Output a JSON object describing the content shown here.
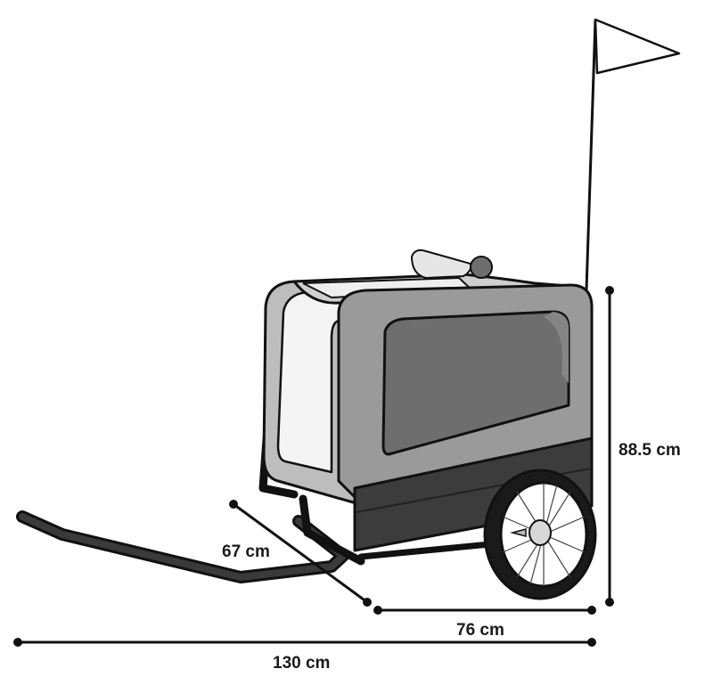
{
  "dimensions": {
    "height": "88.5 cm",
    "width": "67 cm",
    "depth": "76 cm",
    "total_length": "130 cm"
  },
  "colors": {
    "outline": "#111111",
    "body_light": "#bdbdbd",
    "body_mid": "#8a8a8a",
    "window": "#6e6e6e",
    "base_dark": "#3c3c3c",
    "panel_white": "#f4f4f4"
  }
}
